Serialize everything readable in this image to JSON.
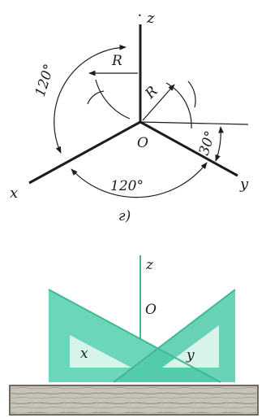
{
  "diagram": {
    "axes": {
      "z": "z",
      "x": "x",
      "y": "y"
    },
    "origin": "O",
    "radius_label": "R",
    "angle_xz": "120°",
    "angle_xy": "120°",
    "angle_y": "30°",
    "caption": "г)"
  },
  "photo": {
    "axes": {
      "z": "z",
      "x": "x",
      "y": "y"
    },
    "origin": "O"
  },
  "colors": {
    "ink": "#1c1c1c",
    "triangle": "#5fd2b4",
    "triangle_light": "#c9efe3",
    "wood": "#c7c3b6"
  }
}
